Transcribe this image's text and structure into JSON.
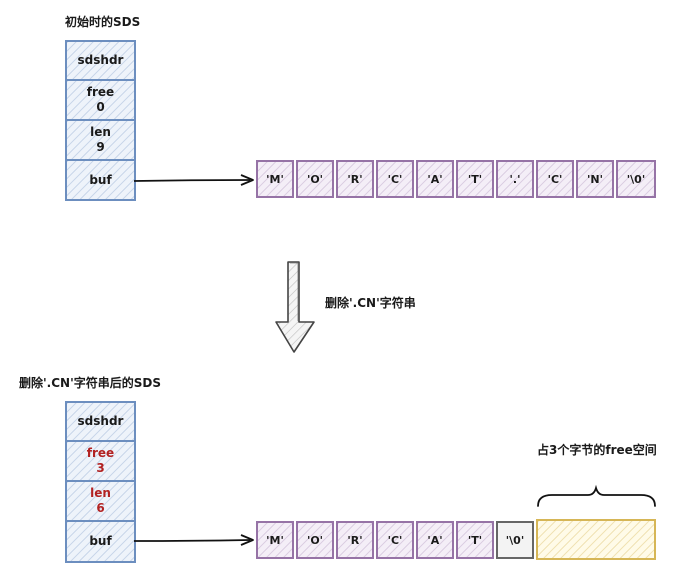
{
  "before": {
    "title": "初始时的SDS",
    "header": {
      "label": "sdshdr",
      "free_key": "free",
      "free_val": "0",
      "len_key": "len",
      "len_val": "9",
      "buf": "buf"
    },
    "buffer": [
      "'M'",
      "'O'",
      "'R'",
      "'C'",
      "'A'",
      "'T'",
      "'.'",
      "'C'",
      "'N'",
      "'\\0'"
    ]
  },
  "operation": {
    "label": "删除'.CN'字符串"
  },
  "after": {
    "title": "删除'.CN'字符串后的SDS",
    "header": {
      "label": "sdshdr",
      "free_key": "free",
      "free_val": "3",
      "len_key": "len",
      "len_val": "6",
      "buf": "buf"
    },
    "buffer": [
      "'M'",
      "'O'",
      "'R'",
      "'C'",
      "'A'",
      "'T'",
      "'\\0'"
    ],
    "free_note": "占3个字节的free空间"
  },
  "colors": {
    "header_border": "#6c8ebf",
    "buffer_border": "#9673a6",
    "free_border": "#d6b656",
    "terminator_border": "#666666",
    "changed_text": "#b22222"
  }
}
